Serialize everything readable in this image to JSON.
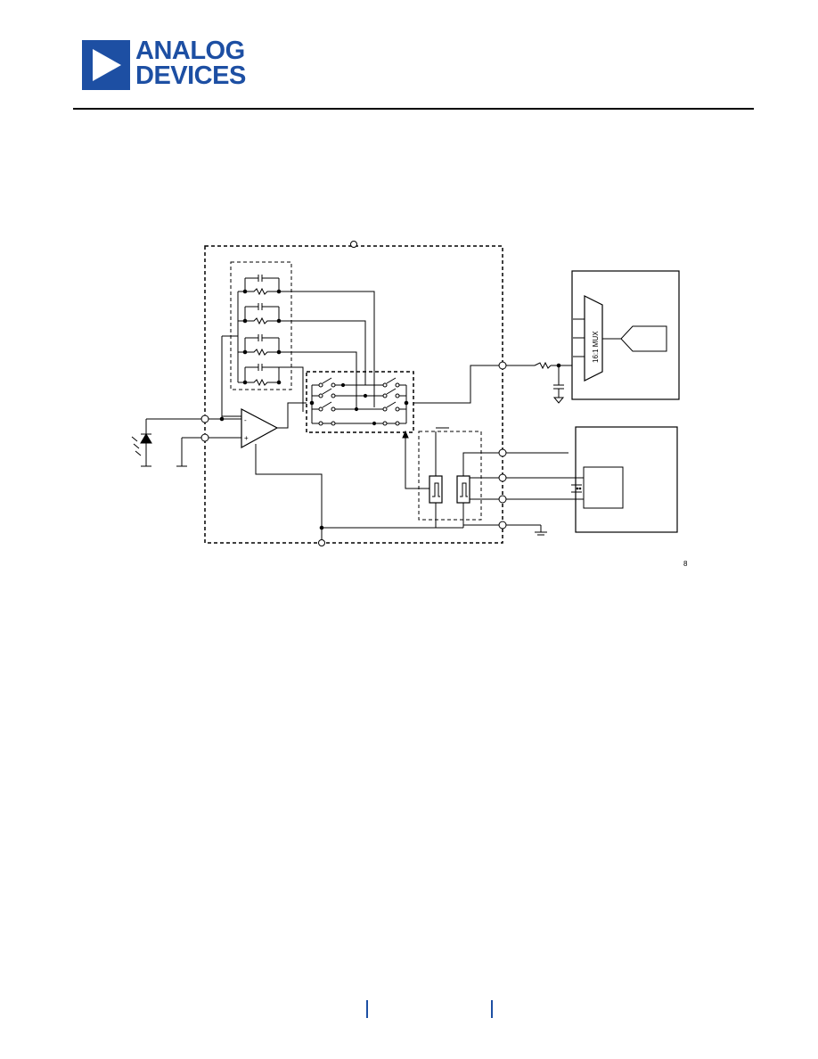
{
  "header": {
    "logo_line1": "ANALOG",
    "logo_line2": "DEVICES",
    "logo_icon": "triangle-logo-icon",
    "brand_color": "#1d4fa3"
  },
  "diagram": {
    "mux_label": "16:1 MUX",
    "side_mark": "8"
  },
  "footer": {
    "separator_color": "#1d4fa3"
  }
}
